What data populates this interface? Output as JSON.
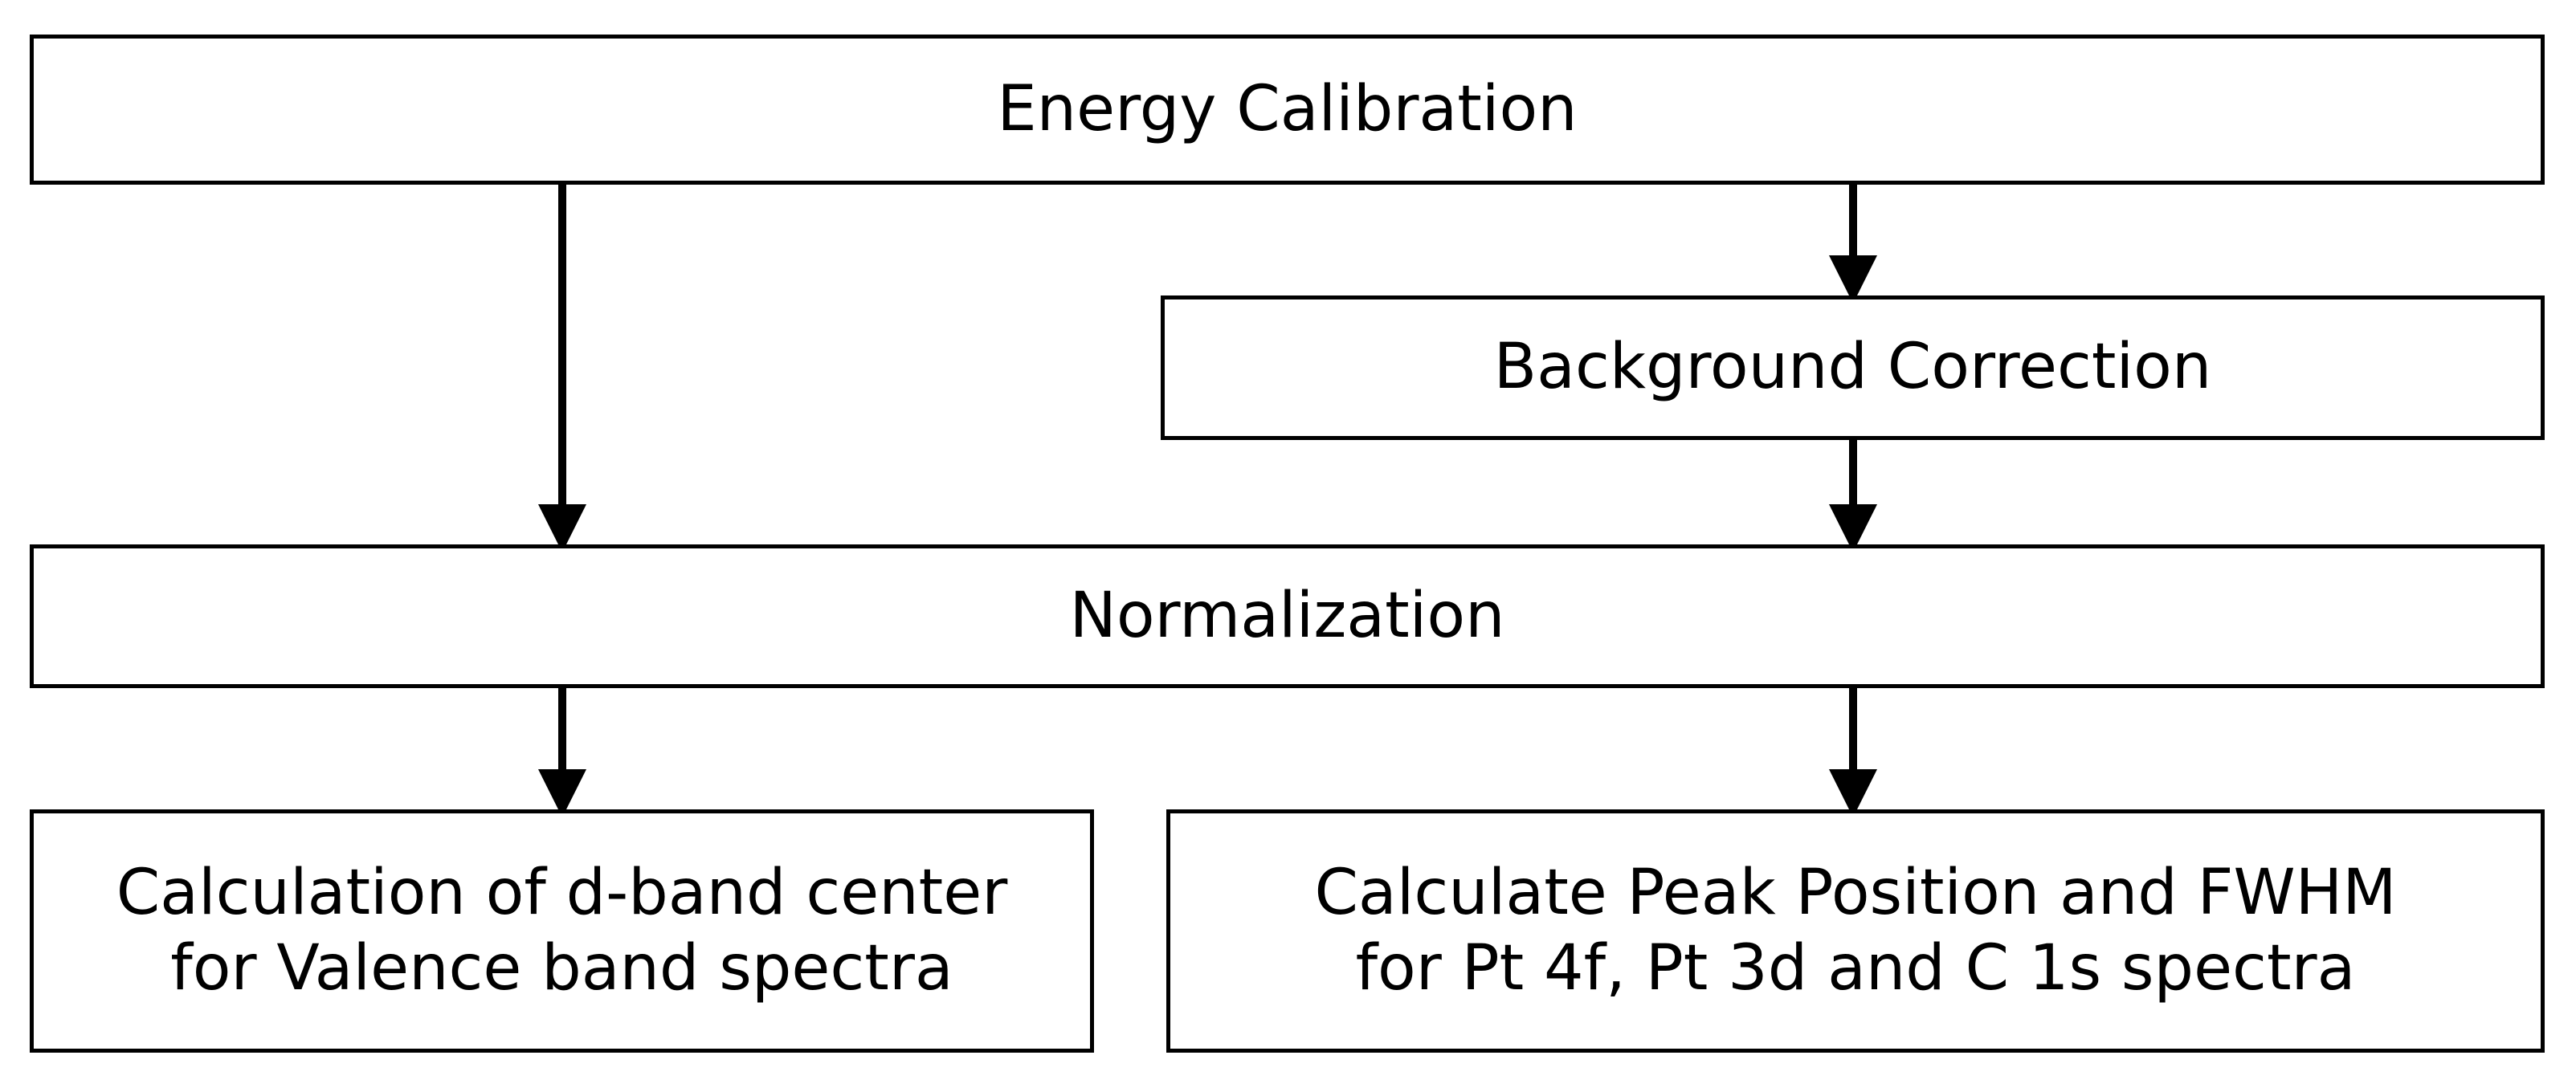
{
  "diagram": {
    "nodes": {
      "energy_calibration": {
        "label": "Energy Calibration"
      },
      "background_correction": {
        "label": "Background Correction"
      },
      "normalization": {
        "label": "Normalization"
      },
      "dband_center": {
        "line1": "Calculation of d-band center",
        "line2": "for Valence band spectra"
      },
      "peak_position": {
        "line1": "Calculate Peak Position and FWHM",
        "line2": "for Pt 4f, Pt 3d and C 1s spectra"
      }
    },
    "edges": [
      {
        "from": "energy_calibration",
        "to": "normalization"
      },
      {
        "from": "energy_calibration",
        "to": "background_correction"
      },
      {
        "from": "background_correction",
        "to": "normalization"
      },
      {
        "from": "normalization",
        "to": "dband_center"
      },
      {
        "from": "normalization",
        "to": "peak_position"
      }
    ],
    "colors": {
      "stroke": "#000000",
      "fill": "#ffffff"
    }
  }
}
